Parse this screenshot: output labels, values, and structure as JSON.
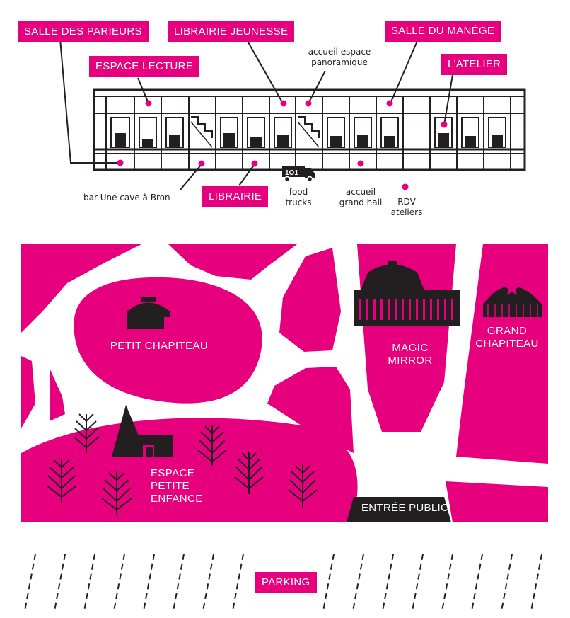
{
  "colors": {
    "accent": "#e6007e",
    "dark": "#231f20",
    "background": "#ffffff"
  },
  "building": {
    "labels": {
      "salle_des_parieurs": "SALLE DES PARIEURS",
      "espace_lecture": "ESPACE LECTURE",
      "librairie_jeunesse": "LIBRAIRIE JEUNESSE",
      "salle_du_manege": "SALLE DU MANÈGE",
      "atelier": "L'ATELIER",
      "librairie": "LIBRAIRIE"
    },
    "small_labels": {
      "accueil_espace_panoramique": "accueil espace\npanoramique",
      "bar": "bar Une cave à Bron",
      "food_trucks": "food\ntrucks",
      "accueil_grand_hall": "accueil\ngrand hall",
      "rdv_ateliers": "RDV\nateliers"
    }
  },
  "site": {
    "petit_chapiteau": "PETIT CHAPITEAU",
    "magic_mirror": "MAGIC\nMIRROR",
    "grand_chapiteau": "GRAND\nCHAPITEAU",
    "espace_petite_enfance": "ESPACE\nPETITE\nENFANCE",
    "entree_public": "ENTRÉE PUBLIC",
    "parking": "PARKING"
  }
}
